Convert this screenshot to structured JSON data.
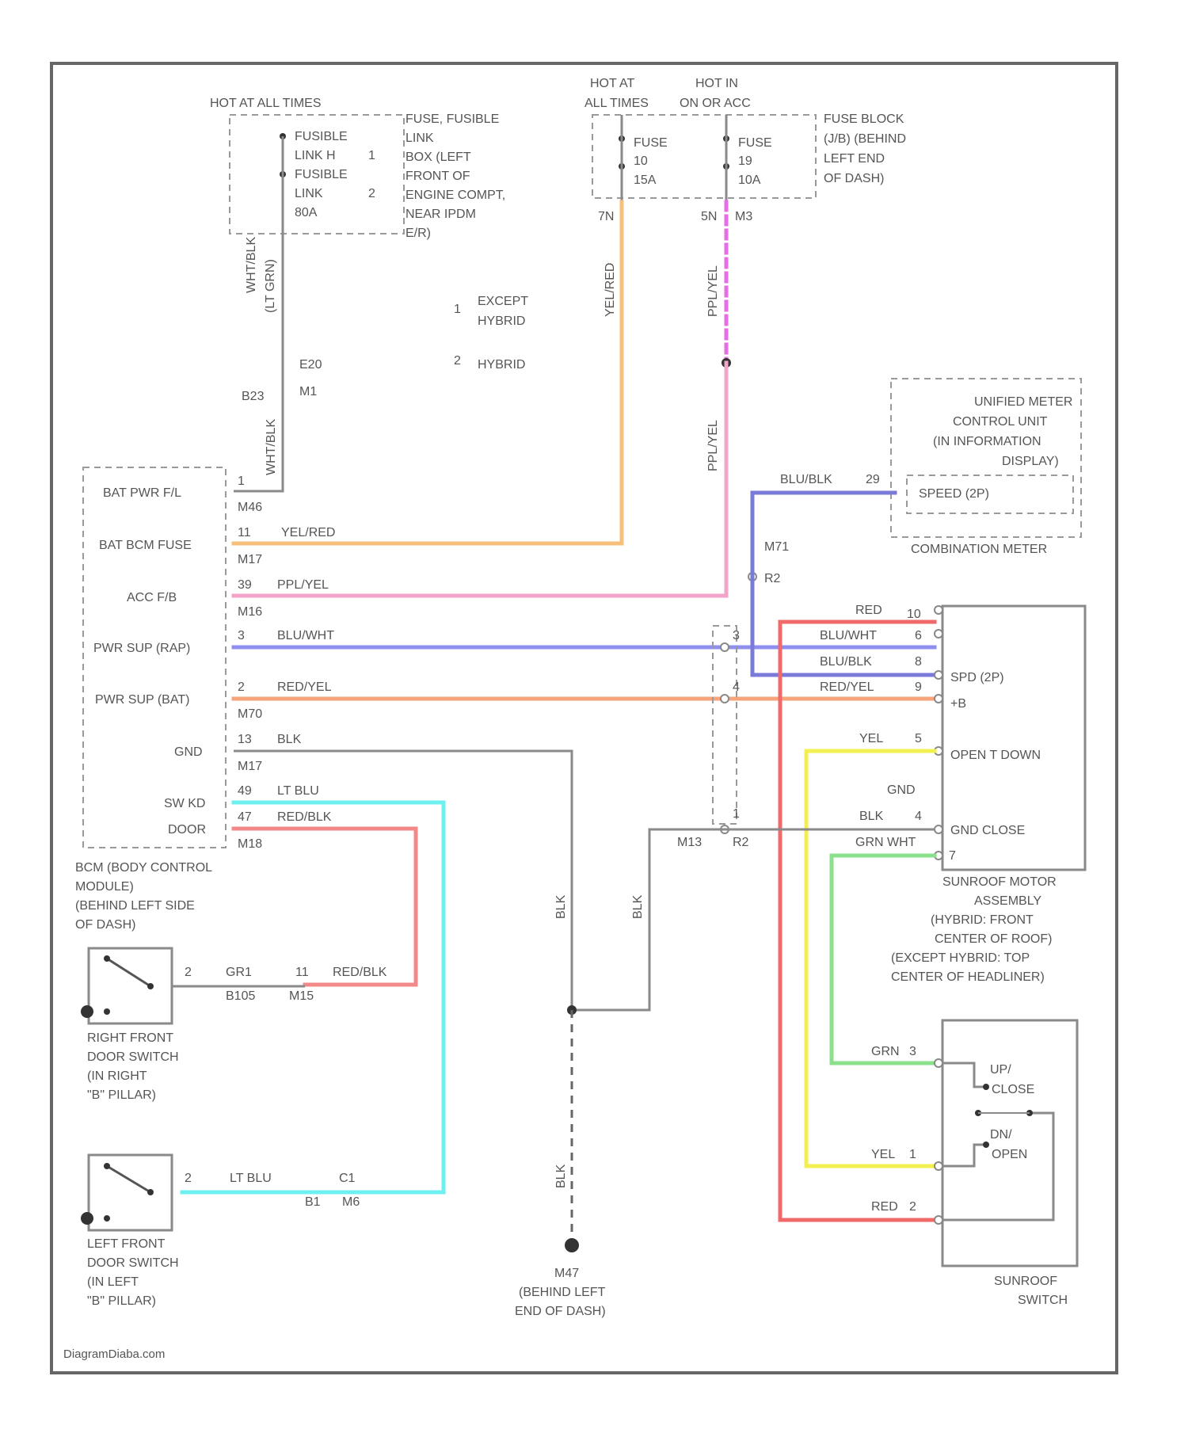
{
  "footer": {
    "source": "DiagramDiaba.com"
  },
  "top": {
    "hot_all_times_left": "HOT AT ALL TIMES",
    "fusible_link_a": [
      "FUSIBLE",
      "LINK H",
      "1"
    ],
    "fusible_link_b": [
      "FUSIBLE",
      "LINK",
      "2",
      "80A"
    ],
    "fusible_location": [
      "FUSE, FUSIBLE",
      "LINK",
      "BOX (LEFT",
      "FRONT OF",
      "ENGINE COMPT,",
      "NEAR IPDM",
      "E/R)"
    ],
    "hot_all_times_right": [
      "HOT AT",
      "ALL TIMES"
    ],
    "hot_in_on": [
      "HOT IN",
      "ON OR ACC"
    ],
    "fuse_left": [
      "FUSE",
      "10",
      "15A"
    ],
    "fuse_right": [
      "FUSE",
      "19",
      "10A"
    ],
    "fuse_block": [
      "FUSE BLOCK",
      "(J/B) (BEHIND",
      "LEFT END",
      "OF DASH)"
    ],
    "fuse_terminals": [
      "7N",
      "5N",
      "M3"
    ]
  },
  "legend": [
    {
      "num": "1",
      "text": [
        "EXCEPT",
        "HYBRID"
      ]
    },
    {
      "num": "2",
      "text": [
        "HYBRID"
      ]
    }
  ],
  "wires": {
    "wht_blk_1": "WHT/BLK",
    "lt_grn": "(LT GRN)",
    "wht_blk_2": "WHT/BLK",
    "connector_e20": "E20",
    "connector_m1": "M1",
    "connector_b23": "B23",
    "yel_red_vert": "YEL/RED",
    "ppl_yel_top": "PPL/YEL",
    "ppl_yel_mid": "PPL/YEL",
    "yel_red": "YEL/RED",
    "ppl_yel": "PPL/YEL",
    "blu_wht": "BLU/WHT",
    "red_yel": "RED/YEL",
    "blk": "BLK",
    "lt_blu": "LT BLU",
    "red_blk": "RED/BLK",
    "blu_blk": "BLU/BLK",
    "red": "RED",
    "yel": "YEL",
    "grn": "GRN",
    "grn_wht": "GRN WHT",
    "gnd_blk_v1": "BLK",
    "gnd_blk_v2": "BLK",
    "gnd_blk_v3": "BLK"
  },
  "bcm": {
    "pins": [
      {
        "label": "BAT PWR F/L",
        "num": "1",
        "conn": "M46"
      },
      {
        "label": "BAT BCM FUSE",
        "num": "11",
        "conn": "M17"
      },
      {
        "label": "ACC F/B",
        "num": "39",
        "conn": "M16"
      },
      {
        "label": "PWR SUP (RAP)",
        "num": "3",
        "conn": ""
      },
      {
        "label": "PWR SUP (BAT)",
        "num": "2",
        "conn": "M70"
      },
      {
        "label": "GND",
        "num": "13",
        "conn": "M17"
      },
      {
        "label": "SW KD",
        "num": "49",
        "conn": ""
      },
      {
        "label": "DOOR",
        "num": "47",
        "conn": "M18"
      }
    ],
    "name": [
      "BCM (BODY CONTROL",
      "MODULE)",
      "(BEHIND LEFT SIDE",
      "OF DASH)"
    ]
  },
  "meter": {
    "name": [
      "UNIFIED METER",
      "CONTROL UNIT",
      "(IN INFORMATION",
      "DISPLAY)"
    ],
    "pin_label": "SPEED (2P)",
    "pin_num": "29",
    "footer": "COMBINATION METER"
  },
  "mid_connector": {
    "top": "M71",
    "top2": "R2",
    "bottom": "M13",
    "bottom2": "R2",
    "pins": [
      "3",
      "4",
      "1"
    ]
  },
  "motor": {
    "pins": [
      {
        "num": "10",
        "label": ""
      },
      {
        "num": "6",
        "label": ""
      },
      {
        "num": "8",
        "label": "SPD (2P)"
      },
      {
        "num": "9",
        "label": "+B"
      },
      {
        "num": "5",
        "label": "OPEN T DOWN"
      },
      {
        "num": "4",
        "label": "GND CLOSE"
      },
      {
        "num": "7",
        "label": ""
      }
    ],
    "gnd_label": "GND",
    "name": [
      "SUNROOF MOTOR",
      "ASSEMBLY",
      "(HYBRID: FRONT",
      "CENTER OF ROOF)",
      "(EXCEPT HYBRID: TOP",
      "CENTER OF HEADLINER)"
    ]
  },
  "sunroof_switch": {
    "labels": [
      "UP/",
      "CLOSE",
      "DN/",
      "OPEN"
    ],
    "pins": [
      "3",
      "1",
      "2"
    ],
    "name": [
      "SUNROOF",
      "SWITCH"
    ]
  },
  "right_door": {
    "name": [
      "RIGHT FRONT",
      "DOOR SWITCH",
      "(IN RIGHT",
      "\"B\" PILLAR)"
    ],
    "pin": "2",
    "conn_a": "GR1",
    "conn_b": "B105",
    "conn_c": "11",
    "conn_d": "M15"
  },
  "left_door": {
    "name": [
      "LEFT FRONT",
      "DOOR SWITCH",
      "(IN LEFT",
      "\"B\" PILLAR)"
    ],
    "pin": "2",
    "conn_a": "B1",
    "conn_b": "M6",
    "conn_c": "C1"
  },
  "ground": {
    "name": [
      "M47",
      "(BEHIND LEFT",
      "END OF DASH)"
    ]
  },
  "colors": {
    "yellow_orange": "#f7c07a",
    "pink": "#f4a3c9",
    "blue_violet": "#8f8ff0",
    "salmon": "#f5a47c",
    "cyan": "#6ef0f0",
    "red": "#f06a6a",
    "yellow": "#f2f050",
    "green": "#8be08b",
    "gray": "#8a8a8a",
    "dark_blue": "#7a7ad8",
    "magenta": "#e66ee6"
  }
}
